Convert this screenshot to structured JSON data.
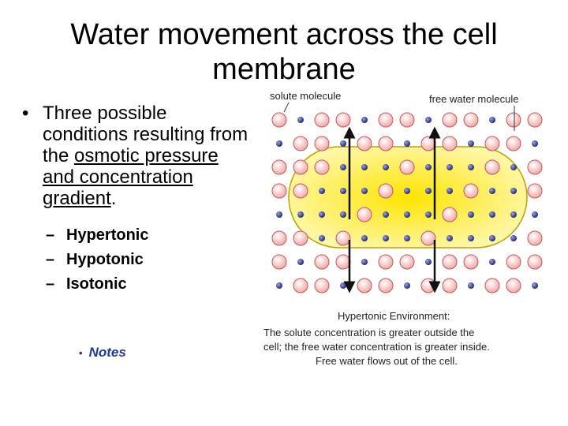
{
  "slide": {
    "title": "Water movement across the cell membrane",
    "bullet": {
      "marker": "•",
      "text_before": "Three possible conditions resulting from the ",
      "underlined": "osmotic pressure and concentration gradient",
      "text_after": "."
    },
    "sub_items": [
      {
        "dash": "–",
        "label": "Hypertonic"
      },
      {
        "dash": "–",
        "label": "Hypotonic"
      },
      {
        "dash": "–",
        "label": "Isotonic"
      }
    ],
    "notes": {
      "marker": "•",
      "label": "Notes"
    }
  },
  "diagram": {
    "label_solute": "solute molecule",
    "label_free_water": "free water molecule",
    "caption_lines": [
      "Hypertonic Environment:",
      "The solute concentration is greater outside the",
      "cell; the free water concentration is greater inside.",
      "Free water flows out of the cell."
    ],
    "colors": {
      "solute_fill": "#f7c6c6",
      "solute_stroke": "#c05a5a",
      "water_fill": "#3b3f8f",
      "cell_fill": "#fff176",
      "cell_center": "#fde400",
      "cell_stroke": "#b8a400",
      "arrow": "#111111"
    }
  }
}
